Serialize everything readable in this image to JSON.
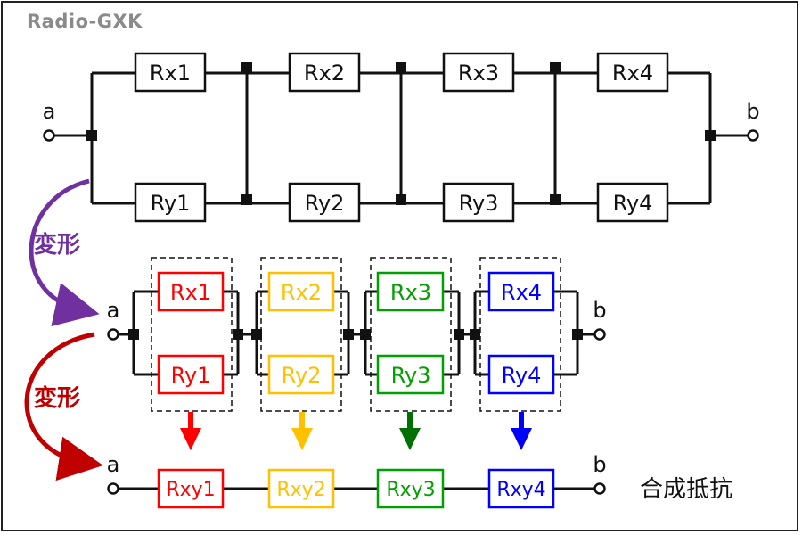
{
  "watermark": "Radio-GXK",
  "terminals": {
    "a": "a",
    "b": "b"
  },
  "transform_label": "変形",
  "result_label": "合成抵抗",
  "colors": {
    "line": "#111111",
    "purple": "#7030a0",
    "darkred": "#c00000",
    "red": "#ff0000",
    "yellow": "#ffc000",
    "green": "#00a000",
    "blue": "#0000ff",
    "arrow_green": "#007000"
  },
  "top_circuit": {
    "rx": [
      "Rx1",
      "Rx2",
      "Rx3",
      "Rx4"
    ],
    "ry": [
      "Ry1",
      "Ry2",
      "Ry3",
      "Ry4"
    ]
  },
  "groups": [
    {
      "rx": "Rx1",
      "ry": "Ry1",
      "combined": "Rxy1",
      "color": "red"
    },
    {
      "rx": "Rx2",
      "ry": "Ry2",
      "combined": "Rxy2",
      "color": "yellow"
    },
    {
      "rx": "Rx3",
      "ry": "Ry3",
      "combined": "Rxy3",
      "color": "green"
    },
    {
      "rx": "Rx4",
      "ry": "Ry4",
      "combined": "Rxy4",
      "color": "blue"
    }
  ]
}
